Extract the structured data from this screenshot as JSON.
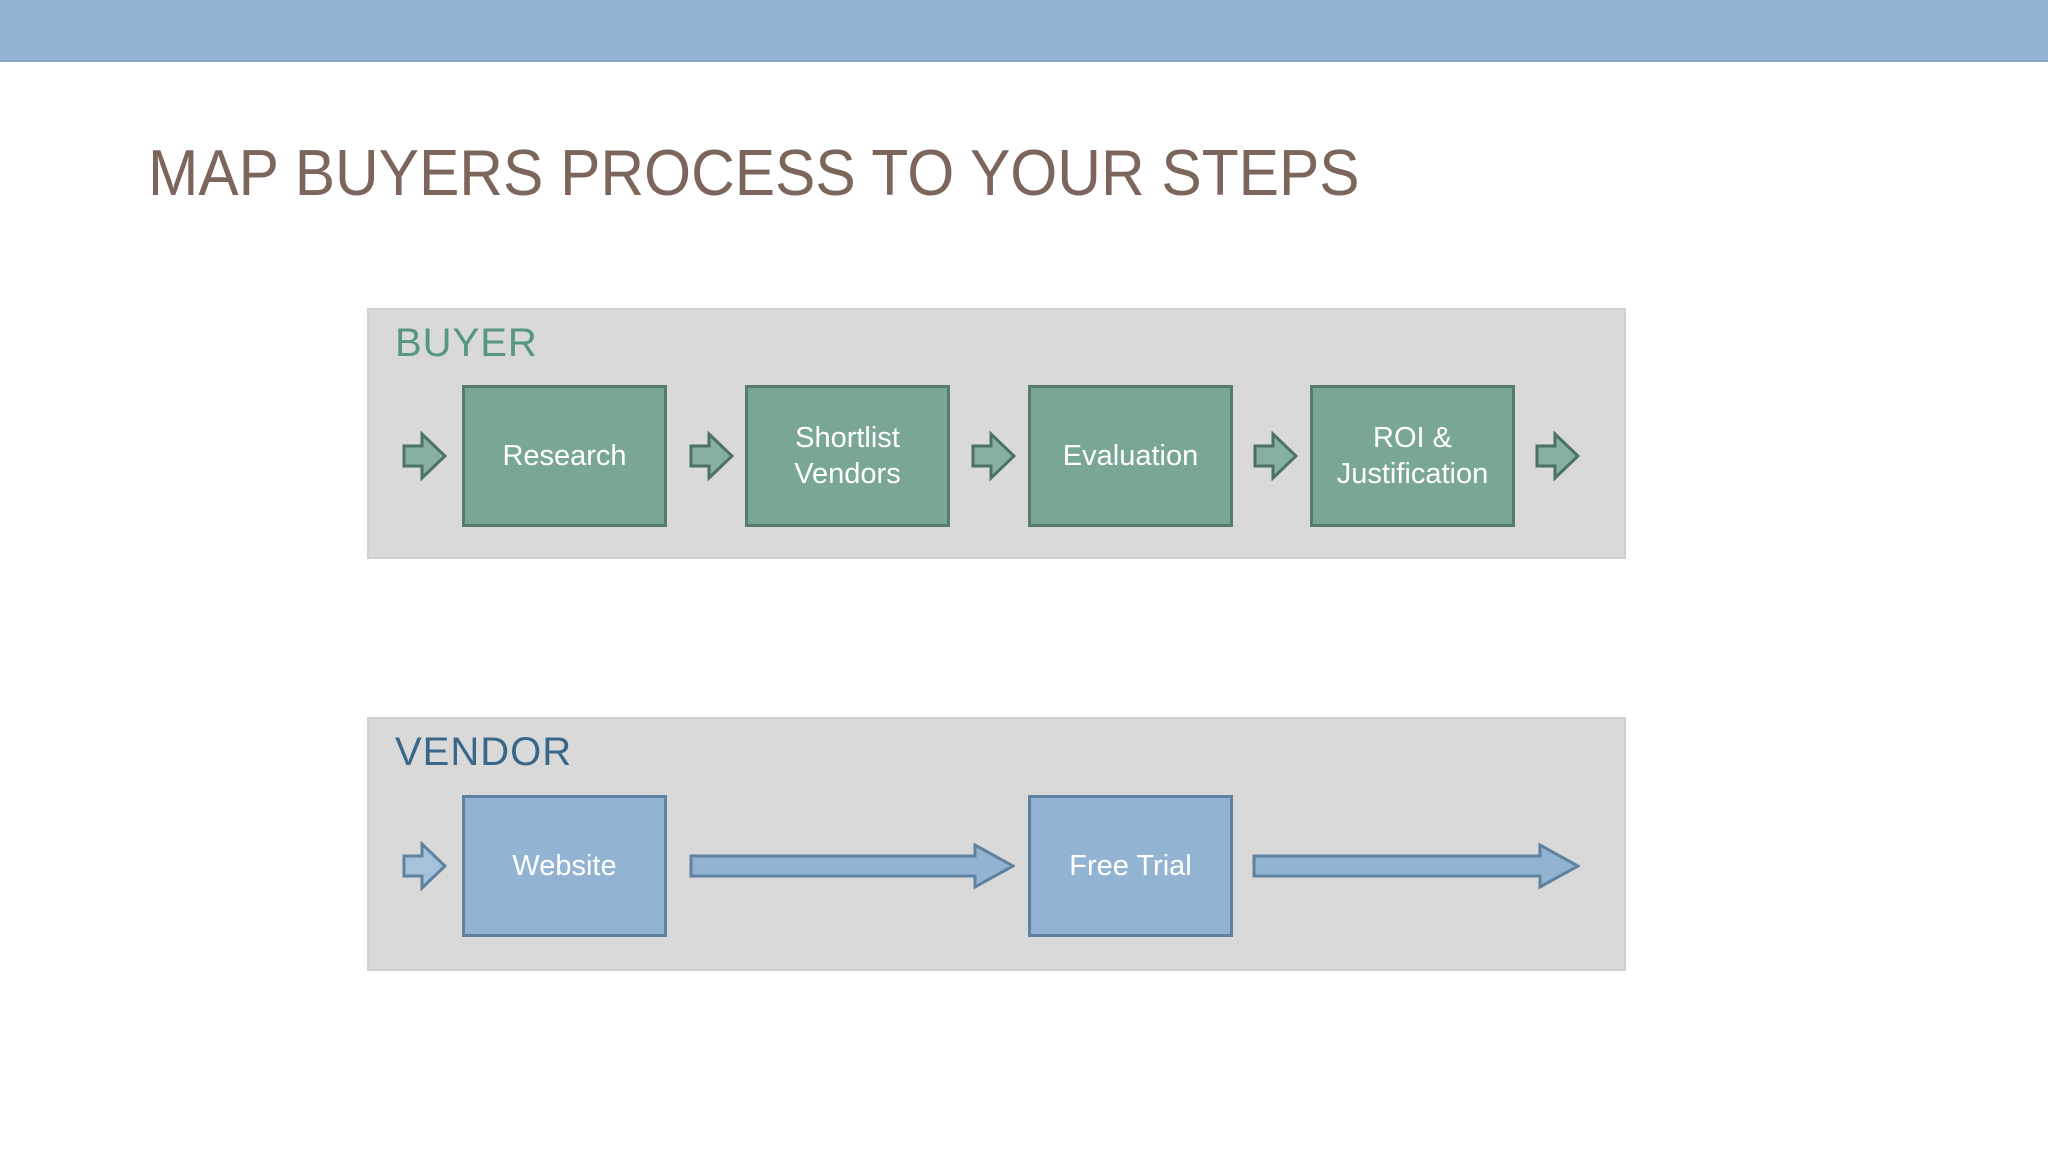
{
  "slide": {
    "title": "MAP BUYERS PROCESS TO YOUR STEPS"
  },
  "buyer": {
    "label": "BUYER",
    "steps": [
      "Research",
      "Shortlist Vendors",
      "Evaluation",
      "ROI & Justification"
    ]
  },
  "vendor": {
    "label": "VENDOR",
    "steps": [
      "Website",
      "Free Trial"
    ]
  },
  "colors": {
    "top_bar": "#92b3d1",
    "title_text": "#7c655a",
    "panel_background": "#d9d9da",
    "buyer_label_text": "#579682",
    "vendor_label_text": "#3a6788",
    "buyer_box_fill": "#7aa694",
    "buyer_box_border": "#567c6c",
    "buyer_arrow_fill": "#87b0a0",
    "buyer_arrow_border": "#4d7263",
    "vendor_box_fill": "#92b4d2",
    "vendor_box_border": "#5e82a0",
    "box_text": "#ffffff"
  }
}
